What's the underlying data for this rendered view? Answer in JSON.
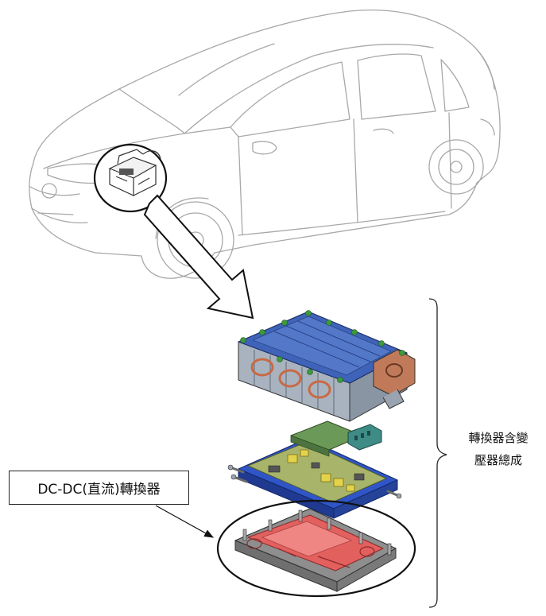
{
  "labels": {
    "callout": "DC-DC(直流)轉換器",
    "assembly_line1": "轉換器含變",
    "assembly_line2": "壓器總成"
  },
  "colors": {
    "car_outline": "#a8a8a8",
    "inverter_top_blue": "#3f63b8",
    "inverter_side_gray": "#9aa4b0",
    "connector_orange": "#c86a44",
    "mounting_green": "#3d9a3d",
    "circuit_board_yellow": "#c9c24e",
    "circuit_board_green": "#6b9a58",
    "board_frame_blue": "#2f55c8",
    "housing_red": "#e2605e",
    "housing_gray": "#8e8e8e",
    "line_black": "#111111"
  }
}
